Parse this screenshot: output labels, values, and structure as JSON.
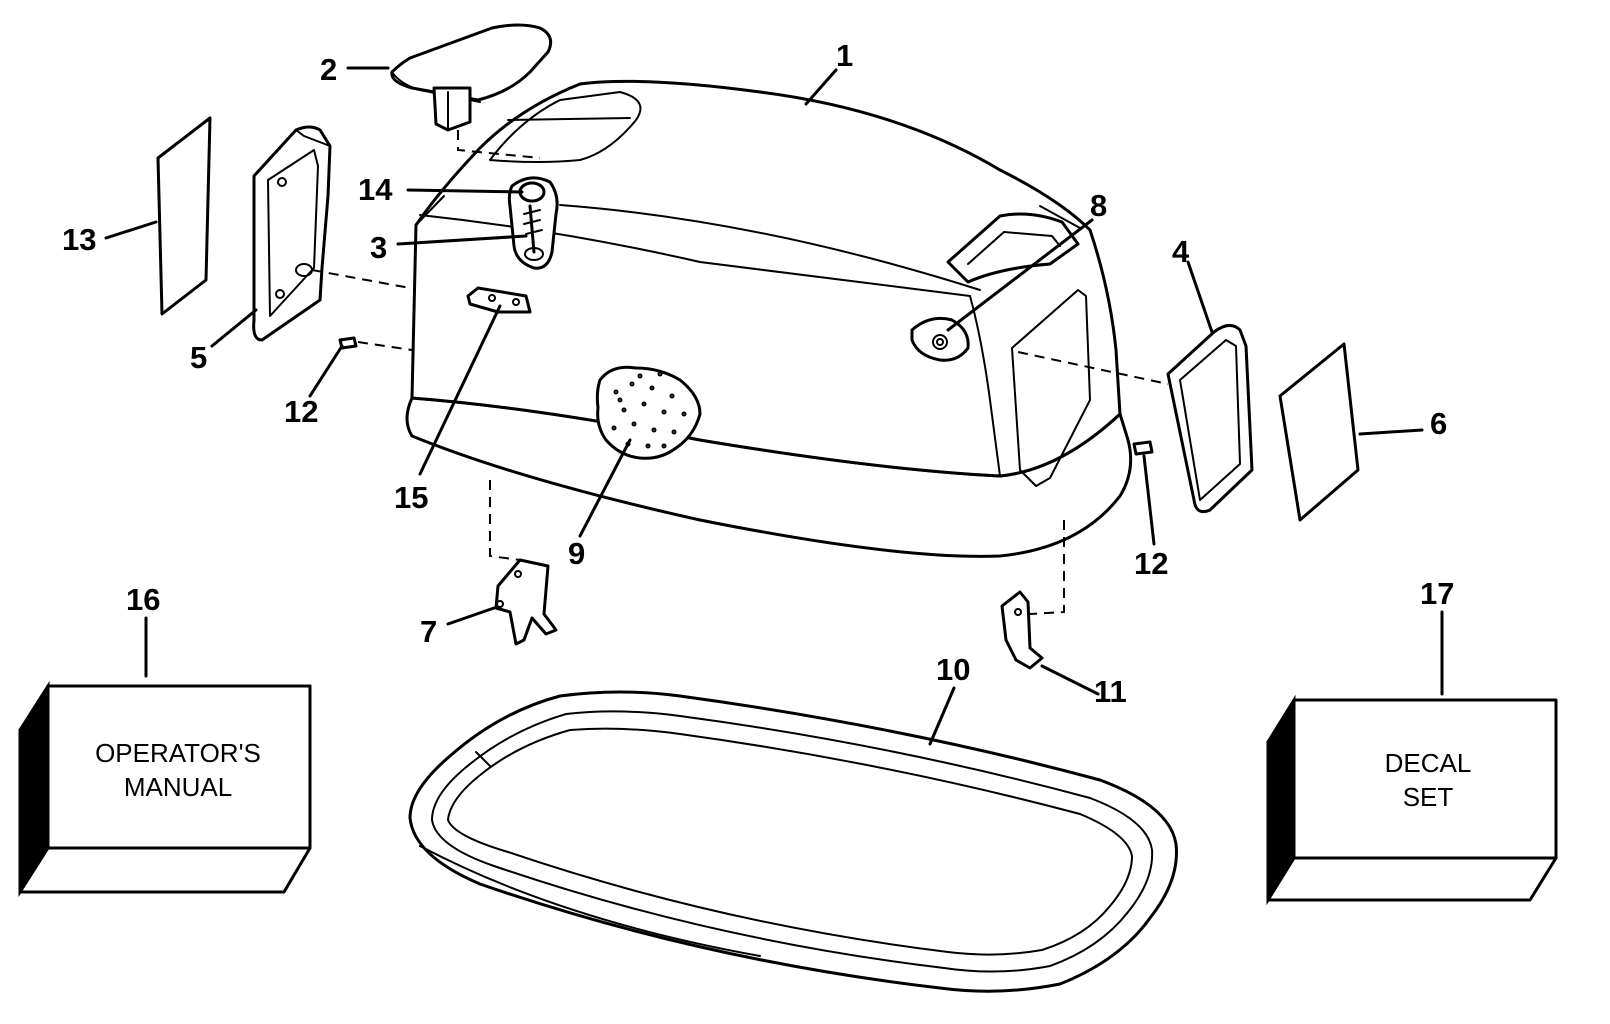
{
  "callouts": {
    "c1": "1",
    "c2": "2",
    "c3": "3",
    "c4": "4",
    "c5": "5",
    "c6": "6",
    "c7": "7",
    "c8": "8",
    "c9": "9",
    "c10": "10",
    "c11": "11",
    "c12a": "12",
    "c12b": "12",
    "c13": "13",
    "c14": "14",
    "c15": "15",
    "c16": "16",
    "c17": "17"
  },
  "boxes": {
    "manual": {
      "line1": "OPERATOR'S",
      "line2": "MANUAL"
    },
    "decal": {
      "line1": "DECAL",
      "line2": "SET"
    }
  }
}
